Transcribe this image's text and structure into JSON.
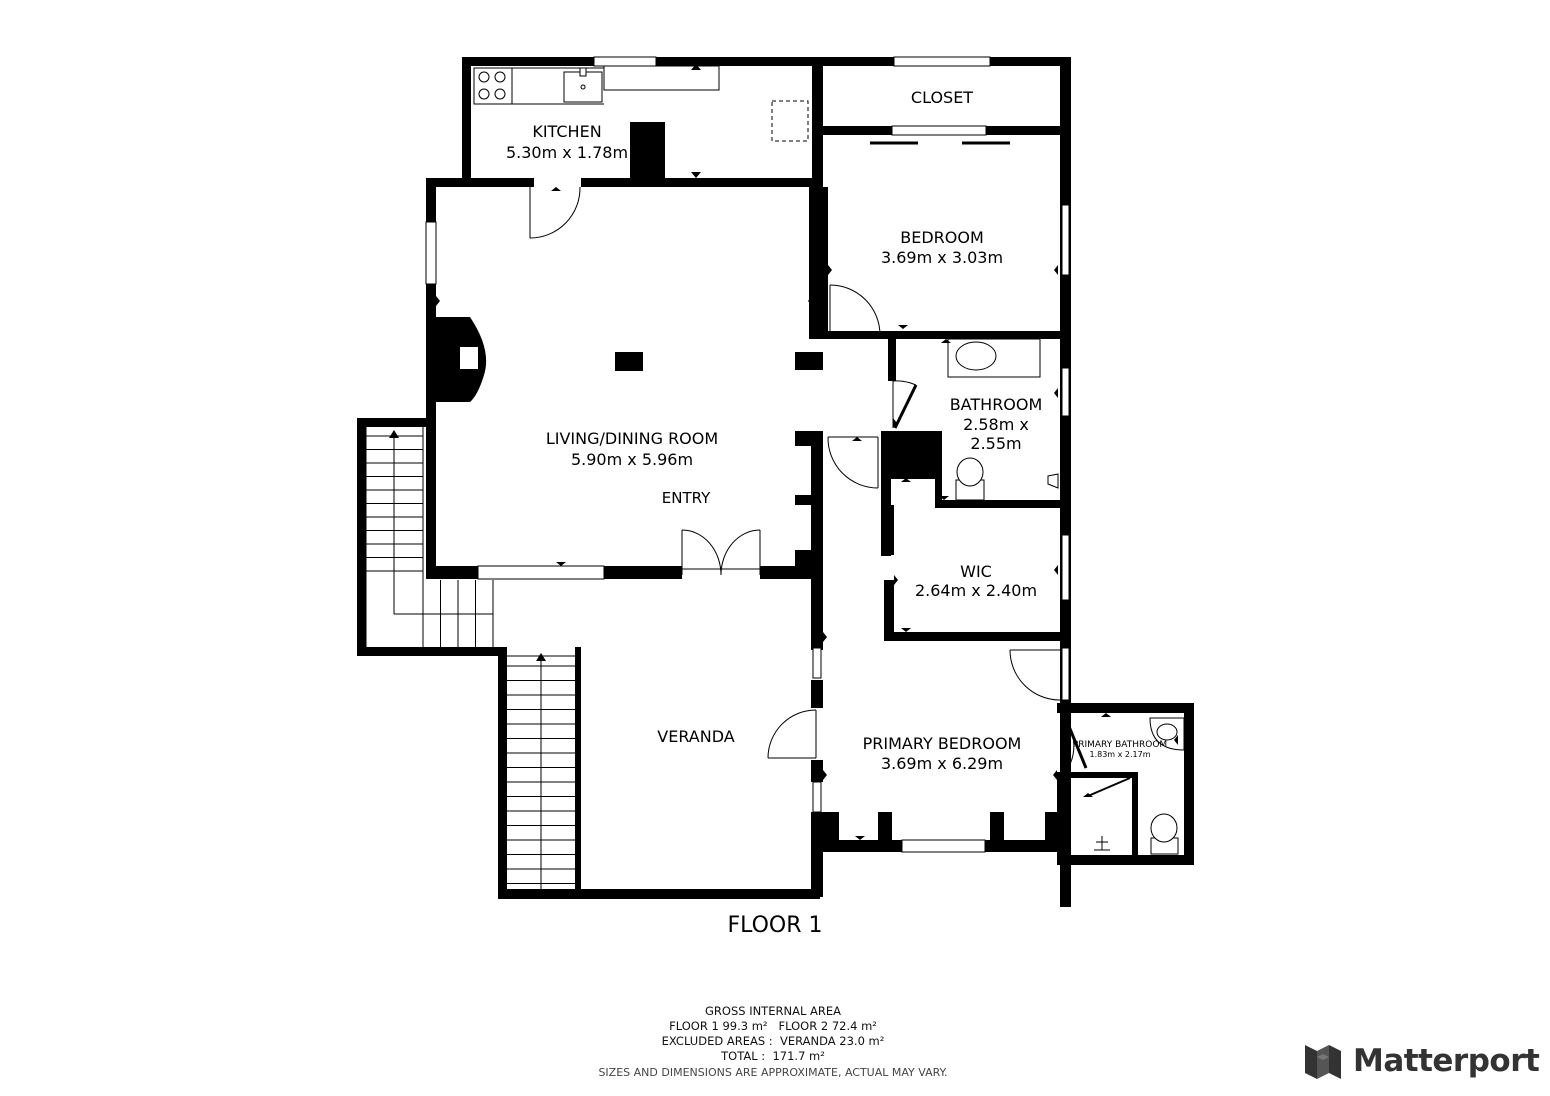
{
  "floor_title": "FLOOR 1",
  "rooms": {
    "kitchen": {
      "name": "KITCHEN",
      "dims": "5.30m x 1.78m"
    },
    "closet": {
      "name": "CLOSET"
    },
    "bedroom": {
      "name": "BEDROOM",
      "dims": "3.69m x 3.03m"
    },
    "living": {
      "name": "LIVING/DINING ROOM",
      "dims": "5.90m x 5.96m"
    },
    "entry": {
      "name": "ENTRY"
    },
    "bathroom": {
      "name": "BATHROOM",
      "dims_line1": "2.58m x",
      "dims_line2": "2.55m"
    },
    "wic": {
      "name": "WIC",
      "dims": "2.64m x 2.40m"
    },
    "veranda": {
      "name": "VERANDA"
    },
    "primary_bedroom": {
      "name": "PRIMARY BEDROOM",
      "dims": "3.69m x 6.29m"
    },
    "primary_bathroom": {
      "name": "PRIMARY BATHROOM",
      "dims": "1.83m x 2.17m"
    }
  },
  "area_summary": {
    "heading": "GROSS INTERNAL AREA",
    "floors_line": "FLOOR 1 99.3 m²   FLOOR 2 72.4 m²",
    "excluded_line": "EXCLUDED AREAS :  VERANDA 23.0 m²",
    "total_line": "TOTAL :  171.7 m²",
    "disclaimer": "SIZES AND DIMENSIONS ARE APPROXIMATE, ACTUAL MAY VARY."
  },
  "brand": {
    "name": "Matterport",
    "logo_icon": "matterport-logo-icon"
  },
  "colors": {
    "walls": "#000000",
    "background": "#ffffff",
    "brand_text": "#333333"
  }
}
